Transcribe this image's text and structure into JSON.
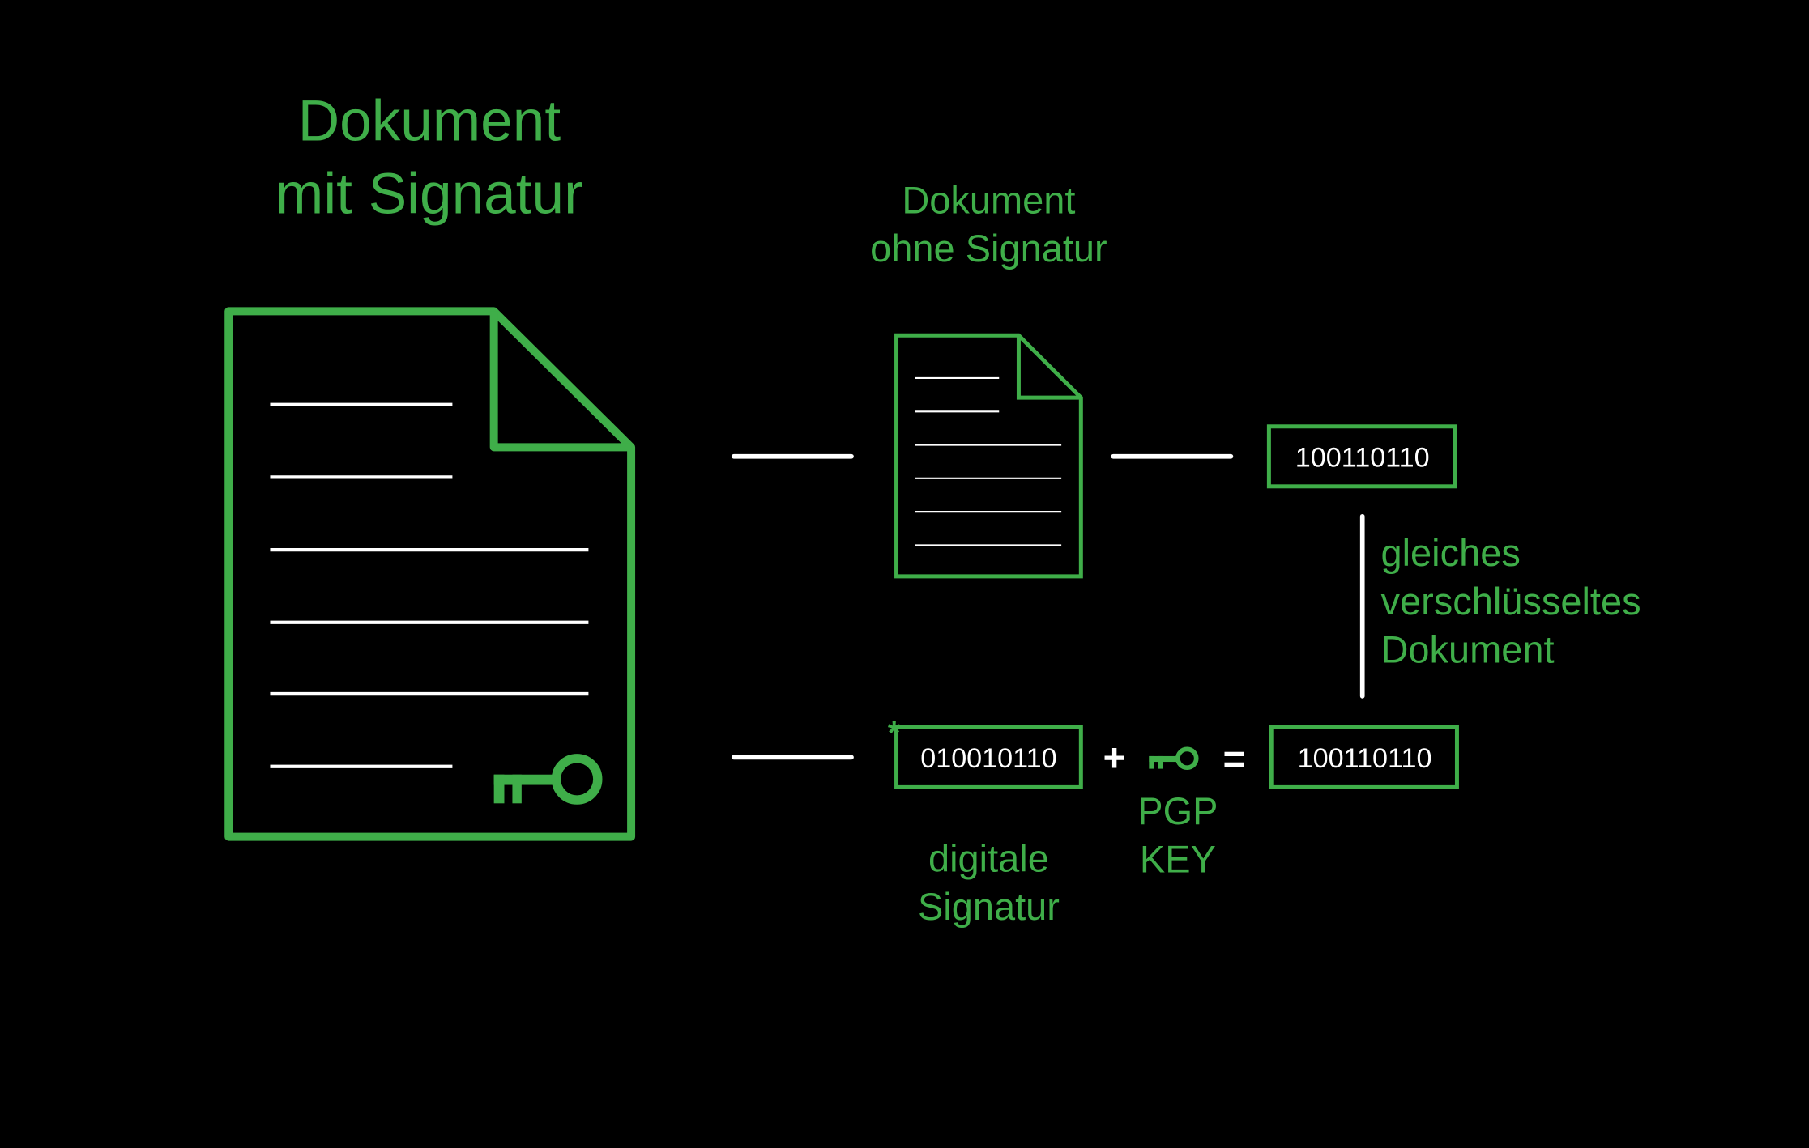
{
  "colors": {
    "accent": "#3fae49",
    "background": "#000000",
    "line": "#ffffff"
  },
  "signed_document": {
    "title_line1": "Dokument",
    "title_line2": "mit Signatur",
    "icon": "document-with-key-icon"
  },
  "unsigned_document": {
    "title_line1": "Dokument",
    "title_line2": "ohne Signatur",
    "hash": "100110110",
    "icon": "document-icon"
  },
  "signature": {
    "value": "010010110",
    "label_line1": "digitale",
    "label_line2": "Signatur",
    "marker": "*"
  },
  "operators": {
    "plus": "+",
    "equals": "="
  },
  "pgp_key": {
    "label_line1": "PGP",
    "label_line2": "KEY",
    "icon": "key-icon"
  },
  "result": {
    "value": "100110110"
  },
  "comparison": {
    "line1": "gleiches",
    "line2": "verschlüsseltes",
    "line3": "Dokument"
  }
}
